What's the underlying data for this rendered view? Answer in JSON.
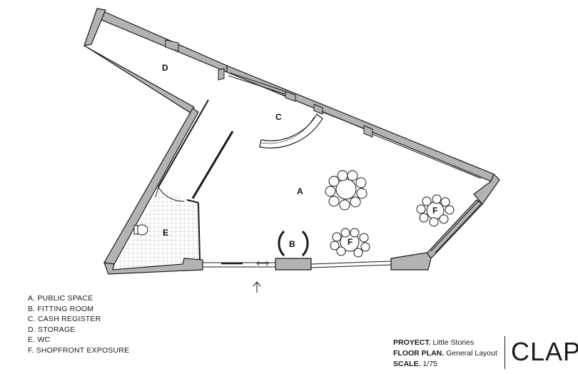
{
  "rooms": {
    "A": "A",
    "B": "B",
    "C": "C",
    "D": "D",
    "E": "E",
    "F1": "F",
    "F2": "F"
  },
  "legend": [
    "A. PUBLIC SPACE",
    "B. FITTING ROOM",
    "C. CASH REGISTER",
    "D. STORAGE",
    "E. WC",
    "F. SHOPFRONT EXPOSURE"
  ],
  "title_block": {
    "project_label": "PROYECT.",
    "project_value": "Little Stories",
    "plan_label": "FLOOR PLAN.",
    "plan_value": "General Layout",
    "scale_label": "SCALE.",
    "scale_value": "1/75"
  },
  "logo": "CLAP",
  "colors": {
    "wall_fill": "#b3b3b3",
    "wall_stroke": "#1a1a1a",
    "tile_grid": "#9a9a9a"
  }
}
